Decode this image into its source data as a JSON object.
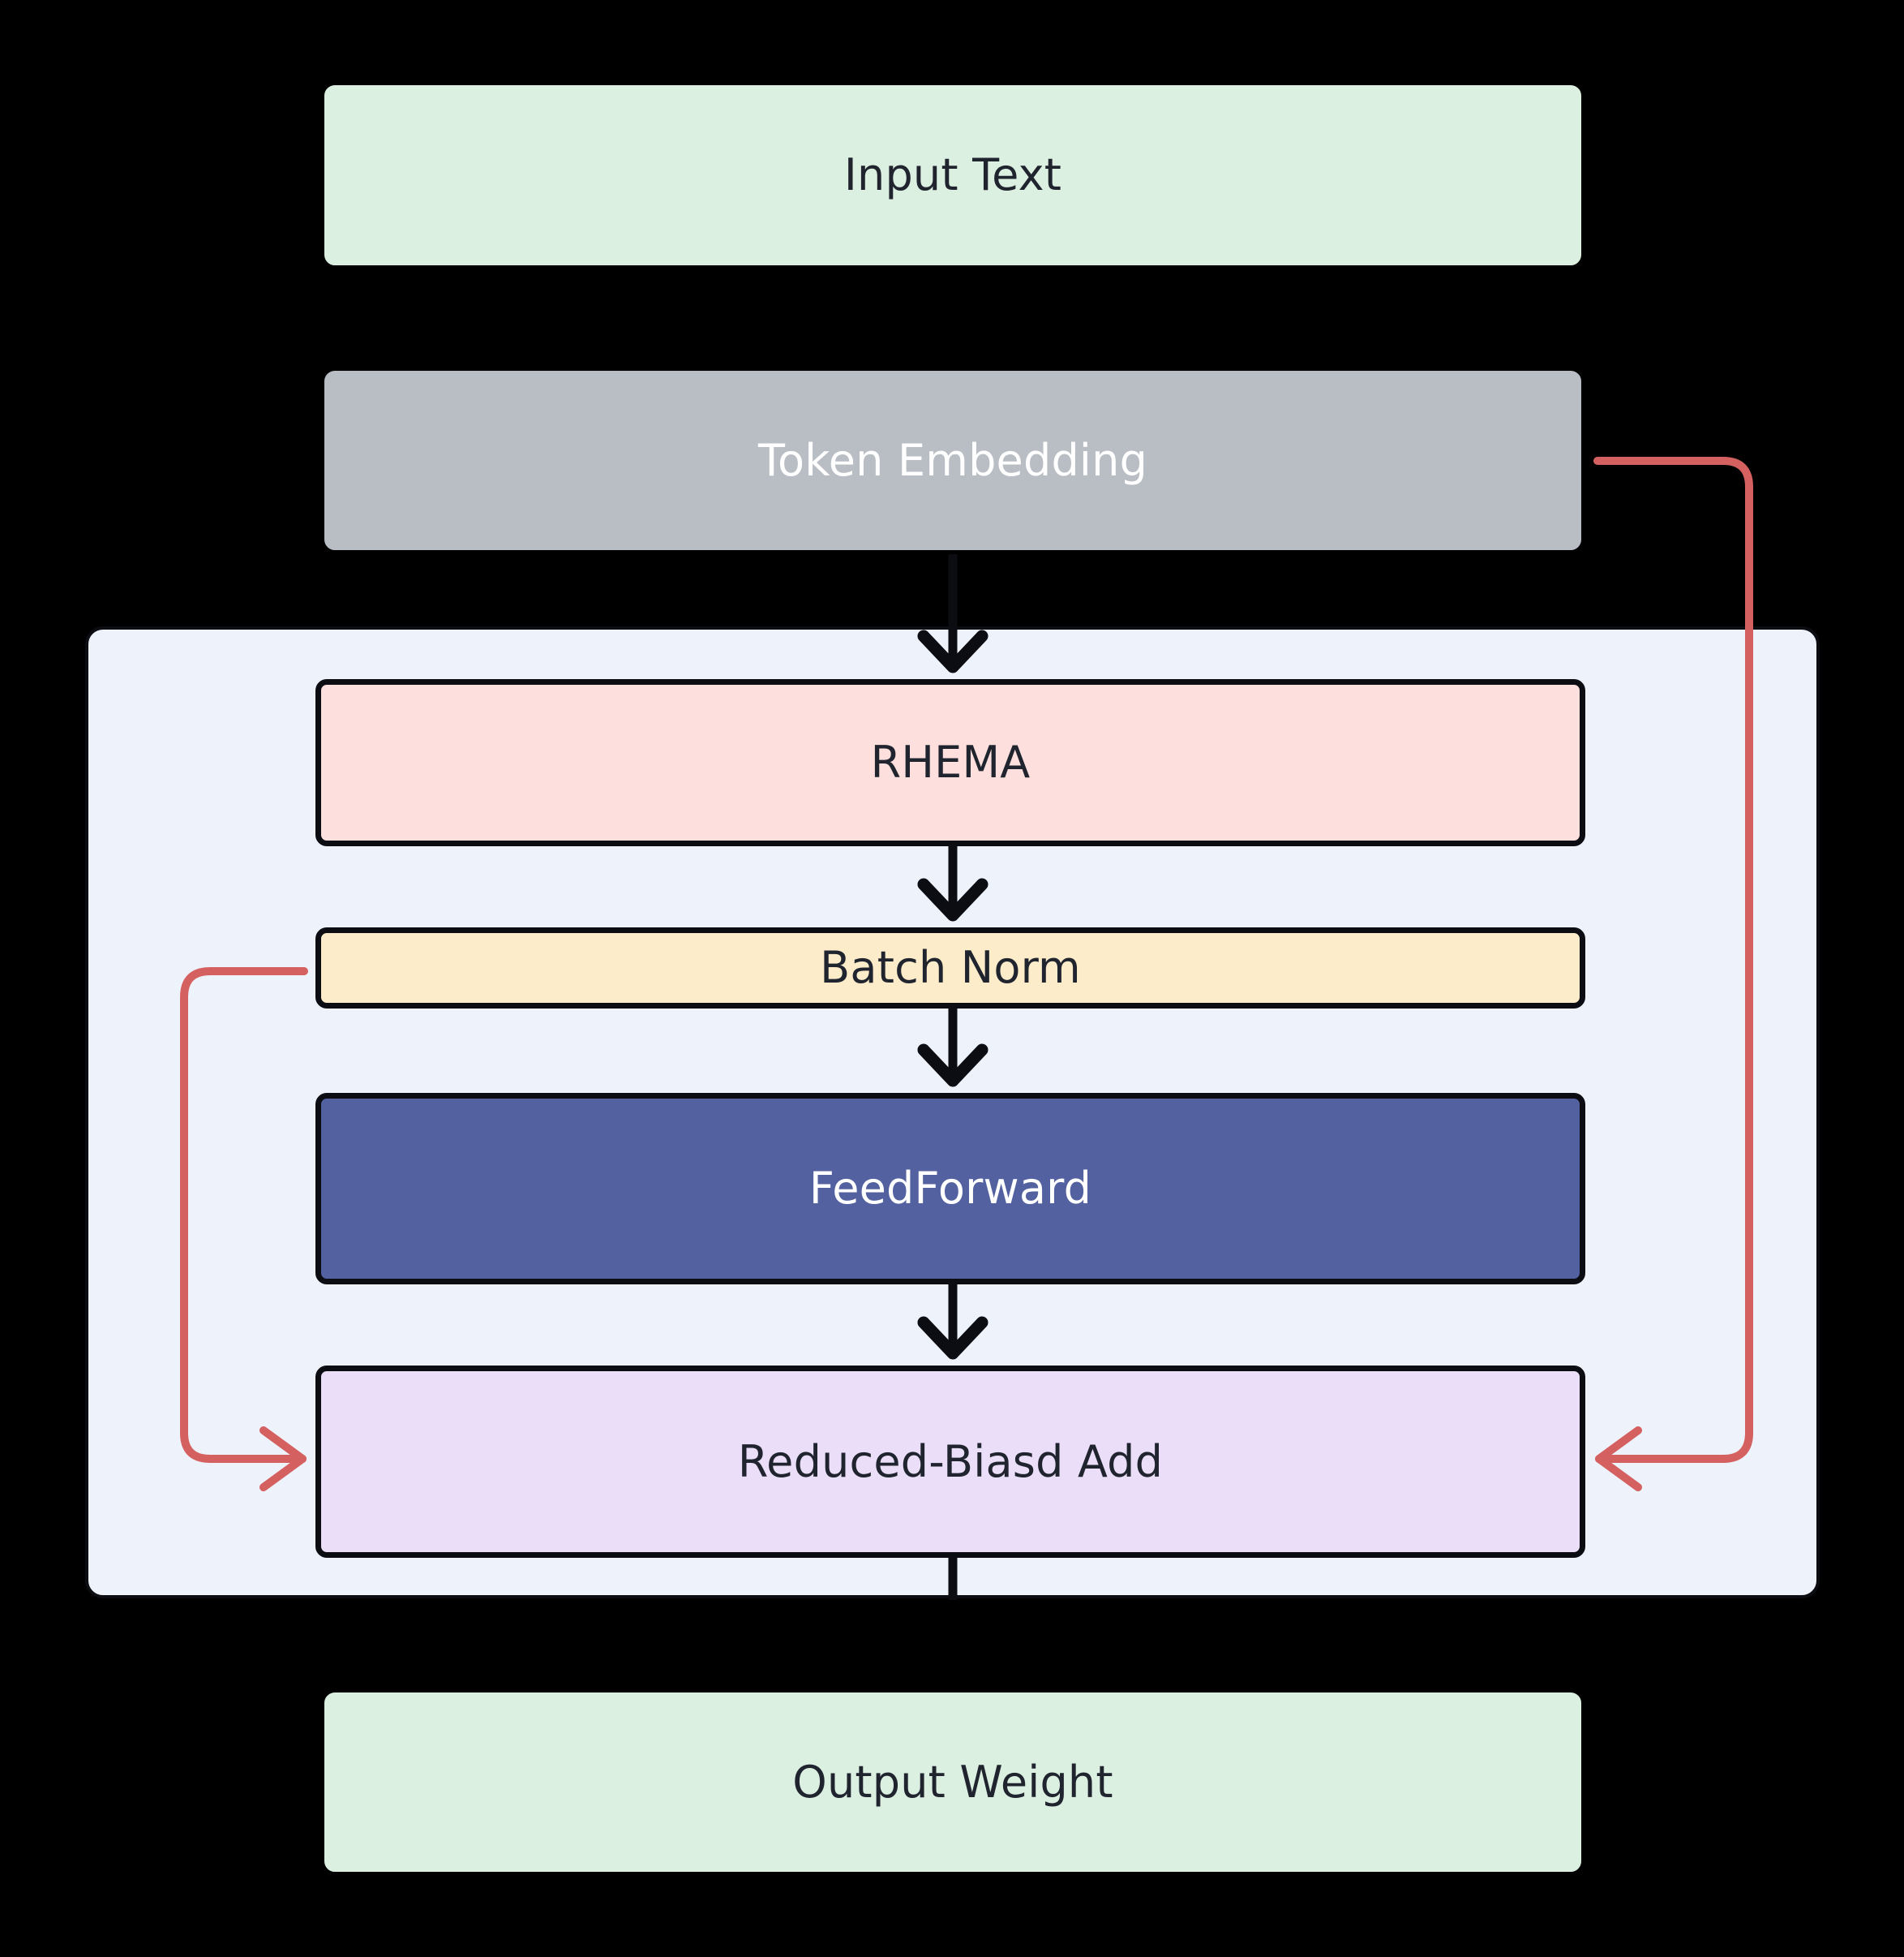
{
  "diagram": {
    "type": "flowchart",
    "orientation": "top-to-bottom",
    "background_color": "#000000",
    "title_text": "",
    "nodes": [
      {
        "id": "input_text",
        "label": "Input Text",
        "fill": "#dcf0e2",
        "text_color": "#20242e",
        "shape": "rounded-rect"
      },
      {
        "id": "token_embedding",
        "label": "Token Embedding",
        "fill": "#b9bec5",
        "text_color": "#ffffff",
        "shape": "rounded-rect"
      },
      {
        "id": "rhema",
        "label": "RHEMA",
        "fill": "#fde0dd",
        "text_color": "#20242e",
        "shape": "rounded-rect"
      },
      {
        "id": "batch_norm",
        "label": "Batch Norm",
        "fill": "#fcecc9",
        "text_color": "#20242e",
        "shape": "rounded-rect"
      },
      {
        "id": "feedforward",
        "label": "FeedForward",
        "fill": "#5361a0",
        "text_color": "#ffffff",
        "shape": "rounded-rect"
      },
      {
        "id": "reduced_bias_add",
        "label": "Reduced-Biasd Add",
        "fill": "#eadef8",
        "text_color": "#20242e",
        "shape": "rounded-rect"
      },
      {
        "id": "output_weight",
        "label": "Output Weight",
        "fill": "#dcf0e2",
        "text_color": "#20242e",
        "shape": "rounded-rect"
      }
    ],
    "container": {
      "id": "transformer_block",
      "label": "",
      "fill": "#eef2fb",
      "border_color": "#0b0d12",
      "contains": [
        "rhema",
        "batch_norm",
        "feedforward",
        "reduced_bias_add"
      ]
    },
    "edges": [
      {
        "id": "e1",
        "from": "token_embedding",
        "to": "rhema",
        "color": "#0b0d12",
        "style": "arrow-down",
        "label": ""
      },
      {
        "id": "e2",
        "from": "rhema",
        "to": "batch_norm",
        "color": "#0b0d12",
        "style": "arrow-down",
        "label": ""
      },
      {
        "id": "e3",
        "from": "batch_norm",
        "to": "feedforward",
        "color": "#0b0d12",
        "style": "arrow-down",
        "label": ""
      },
      {
        "id": "e4",
        "from": "feedforward",
        "to": "reduced_bias_add",
        "color": "#0b0d12",
        "style": "arrow-down",
        "label": ""
      },
      {
        "id": "e5",
        "from": "reduced_bias_add",
        "to": "output_weight",
        "color": "#0b0d12",
        "style": "line-down",
        "label": ""
      },
      {
        "id": "e6",
        "from": "token_embedding",
        "to": "reduced_bias_add",
        "color": "#d46060",
        "style": "residual-right",
        "label": ""
      },
      {
        "id": "e7",
        "from": "batch_norm",
        "to": "reduced_bias_add",
        "color": "#d46060",
        "style": "residual-left",
        "label": ""
      }
    ],
    "colors": {
      "background": "#000000",
      "residual": "#d46060",
      "flow_arrow": "#0b0d12",
      "container_fill": "#eef2fb",
      "node_border": "#0b0d12"
    }
  }
}
